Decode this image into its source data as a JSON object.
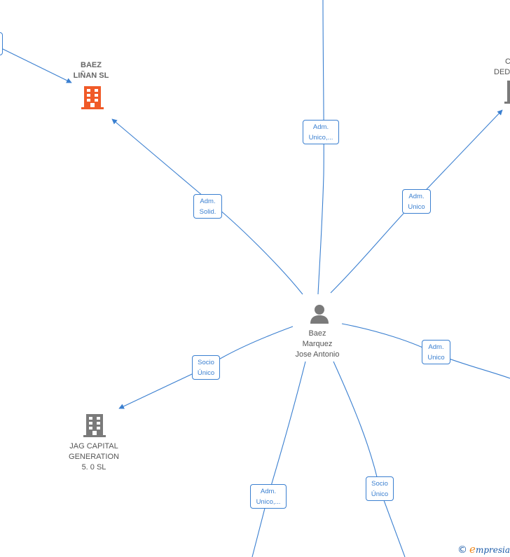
{
  "center": {
    "line1": "Baez",
    "line2": "Marquez",
    "line3": "Jose Antonio"
  },
  "companies": {
    "baez_linan": {
      "line1": "BAEZ",
      "line2": "LIÑAN  SL"
    },
    "jag": {
      "line1": "JAG CAPITAL",
      "line2": "GENERATION",
      "line3": "5. 0  SL"
    },
    "partial": {
      "line1": "C",
      "line2": "DED"
    }
  },
  "relations": {
    "top_center": {
      "line1": "Adm.",
      "line2": "Unico,..."
    },
    "baez_linan": {
      "line1": "Adm.",
      "line2": "Solid."
    },
    "top_right": {
      "line1": "Adm.",
      "line2": "Unico"
    },
    "right": {
      "line1": "Adm.",
      "line2": "Unico"
    },
    "jag": {
      "line1": "Socio",
      "line2": "Único"
    },
    "bottom_left": {
      "line1": "Adm.",
      "line2": "Unico,..."
    },
    "bottom_right": {
      "line1": "Socio",
      "line2": "Único"
    }
  },
  "colors": {
    "edge": "#3a7fd0",
    "highlight_company": "#f05a28",
    "company": "#7a7a7a",
    "person": "#7a7a7a"
  },
  "footer": {
    "copyright": "©",
    "brand_e": "e",
    "brand_rest": "mpresia"
  }
}
